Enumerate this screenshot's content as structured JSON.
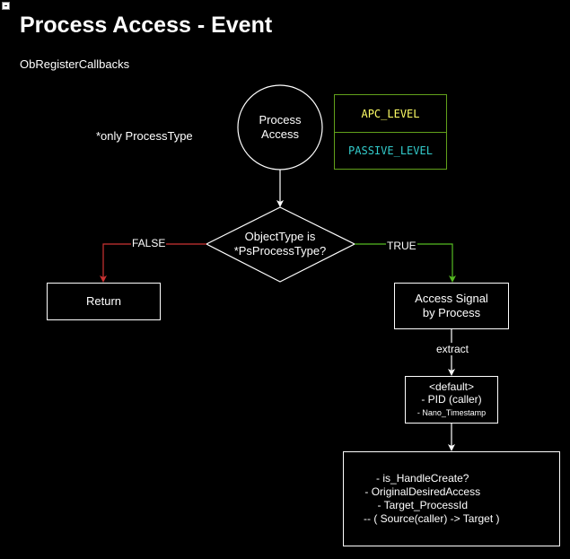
{
  "title": "Process Access - Event",
  "subtitle": "ObRegisterCallbacks",
  "note": "*only ProcessType",
  "legend": {
    "apc": {
      "label": "APC_LEVEL",
      "color": "#ffff66"
    },
    "passive": {
      "label": "PASSIVE_LEVEL",
      "color": "#33cccc"
    }
  },
  "nodes": {
    "start": [
      "Process",
      "Access"
    ],
    "decision": [
      "ObjectType is",
      "*PsProcessType?"
    ],
    "return": "Return",
    "signal": [
      "Access Signal",
      "by Process"
    ],
    "default_fields": {
      "header": "<default>",
      "pid": "- PID (caller)",
      "timestamp": "- Nano_Timestamp"
    },
    "details": [
      "- is_HandleCreate?",
      "- OriginalDesiredAccess",
      "- Target_ProcessId",
      "      -- ( Source(caller) -> Target )"
    ]
  },
  "edges": {
    "false_label": "FALSE",
    "true_label": "TRUE",
    "extract_label": "extract",
    "false_color": "#cc3333",
    "true_color": "#55bb22"
  }
}
